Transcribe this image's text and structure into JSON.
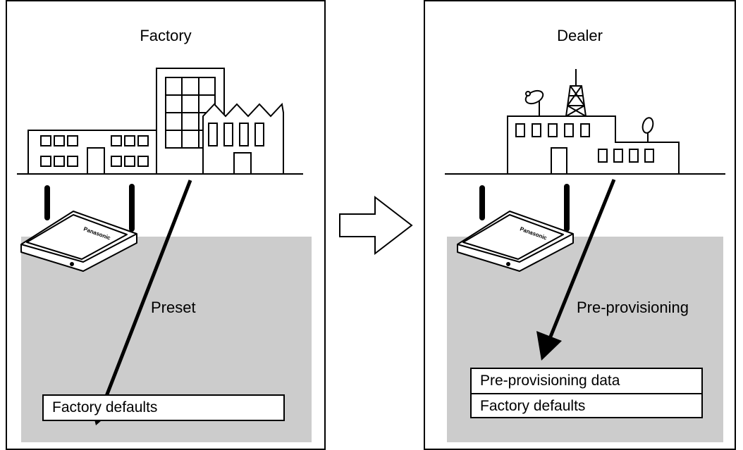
{
  "panels": {
    "factory": {
      "title": "Factory",
      "arrow_label": "Preset",
      "box_rows": [
        "Factory defaults"
      ],
      "device_brand": "Panasonic"
    },
    "dealer": {
      "title": "Dealer",
      "arrow_label": "Pre-provisioning",
      "box_rows": [
        "Pre-provisioning data",
        "Factory defaults"
      ],
      "device_brand": "Panasonic"
    }
  },
  "colors": {
    "shaded_area": "#cccccc",
    "line": "#000000",
    "background": "#ffffff"
  },
  "icons": [
    "factory-building-icon",
    "dealer-building-icon",
    "base-station-icon",
    "hollow-right-arrow-icon"
  ]
}
